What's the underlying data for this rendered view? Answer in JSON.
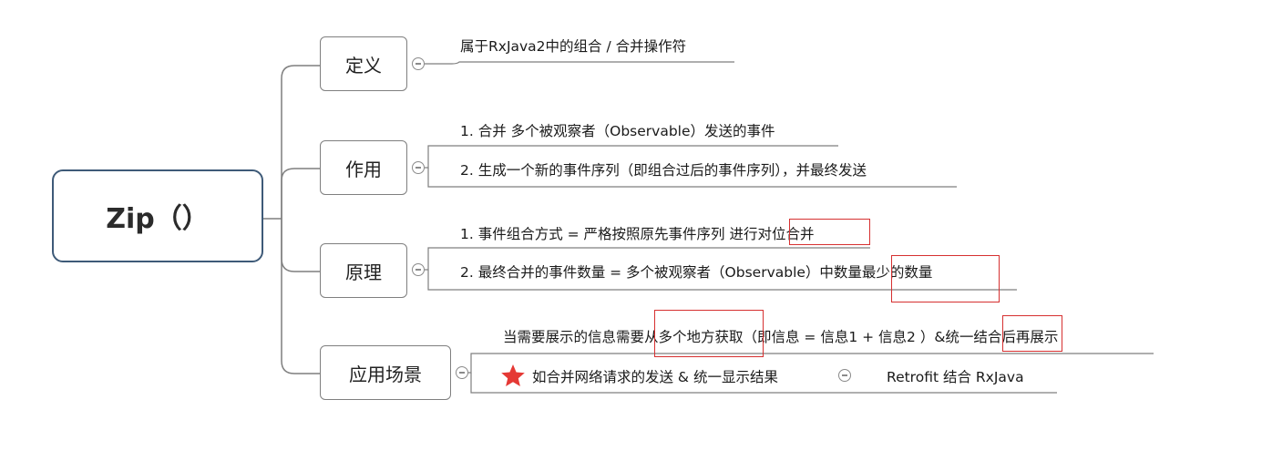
{
  "root": {
    "label": "Zip（）"
  },
  "branches": [
    {
      "label": "定义",
      "items": [
        "属于RxJava2中的组合 / 合并操作符"
      ]
    },
    {
      "label": "作用",
      "items": [
        "1. 合并 多个被观察者（Observable）发送的事件",
        "2. 生成一个新的事件序列（即组合过后的事件序列），并最终发送"
      ]
    },
    {
      "label": "原理",
      "items": [
        "1. 事件组合方式 = 严格按照原先事件序列 进行对位合并",
        "2. 最终合并的事件数量 = 多个被观察者（Observable）中数量最少的数量"
      ]
    },
    {
      "label": "应用场景",
      "items": [
        "当需要展示的信息需要从多个地方获取（即信息 = 信息1 + 信息2 ）&统一结合后再展示",
        "如合并网络请求的发送 & 统一显示结果"
      ],
      "sub_item": "Retrofit  结合  RxJava"
    }
  ],
  "colors": {
    "root_border": "#3e5a78",
    "line": "#7f7f7f",
    "highlight": "#d63030",
    "star": "#e53935"
  },
  "icons": {
    "star": "red-star-icon",
    "collapse": "collapse-minus-icon"
  }
}
